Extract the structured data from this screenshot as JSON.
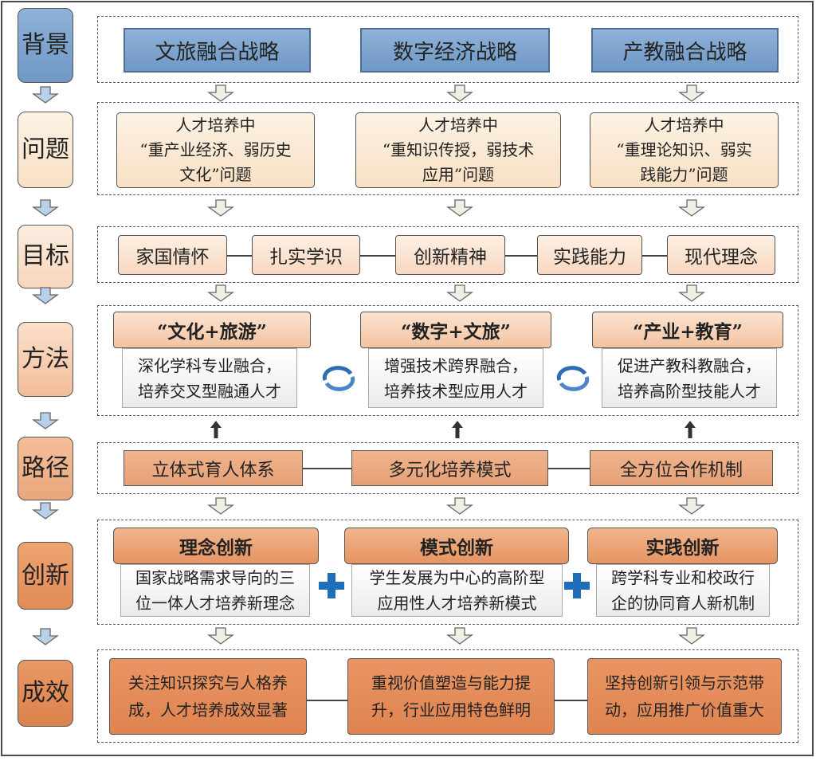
{
  "sidebar": [
    "背景",
    "问题",
    "目标",
    "方法",
    "路径",
    "创新",
    "成效"
  ],
  "background": [
    "文旅融合战略",
    "数字经济战略",
    "产教融合战略"
  ],
  "problems": [
    [
      "人才培养中",
      "“重产业经济、弱历史",
      "文化”问题"
    ],
    [
      "人才培养中",
      "“重知识传授，弱技术",
      "应用”问题"
    ],
    [
      "人才培养中",
      "“重理论知识、弱实",
      "践能力”问题"
    ]
  ],
  "goals": [
    "家国情怀",
    "扎实学识",
    "创新精神",
    "实践能力",
    "现代理念"
  ],
  "methods": [
    {
      "title": "“文化+旅游”",
      "l1": "深化学科专业融合，",
      "l2": "培养交叉型融通人才"
    },
    {
      "title": "“数字+文旅”",
      "l1": "增强技术跨界融合，",
      "l2": "培养技术型应用人才"
    },
    {
      "title": "“产业+教育”",
      "l1": "促进产教科教融合，",
      "l2": "培养高阶型技能人才"
    }
  ],
  "paths": [
    "立体式育人体系",
    "多元化培养模式",
    "全方位合作机制"
  ],
  "innovations": [
    {
      "title": "理念创新",
      "l1": "国家战略需求导向的三",
      "l2": "位一体人才培养新理念"
    },
    {
      "title": "模式创新",
      "l1": "学生发展为中心的高阶型",
      "l2": "应用性人才培养新模式"
    },
    {
      "title": "实践创新",
      "l1": "跨学科专业和校政行",
      "l2": "企的协同育人新机制"
    }
  ],
  "results": [
    {
      "l1": "关注知识探究与人格养",
      "l2": "成，人才培养成效显著"
    },
    {
      "l1": "重视价值塑造与能力提",
      "l2": "升，行业应用特色鲜明"
    },
    {
      "l1": "坚持创新引领与示范带",
      "l2": "动，应用推广价值重大"
    }
  ],
  "colors": {
    "blue": "#7fa6cf",
    "beige": "#fbead4",
    "orange_light": "#f6c8a8",
    "orange": "#e69462",
    "plus": "#1e6fb8"
  }
}
